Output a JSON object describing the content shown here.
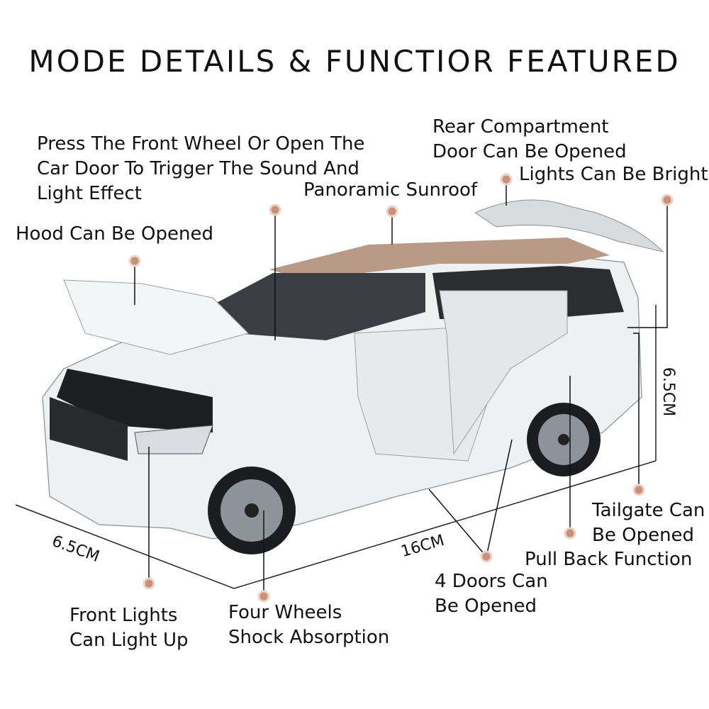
{
  "title": "MODE DETAILS & FUNCTIOR FEATURED",
  "callouts": {
    "sound_light": [
      "Press The Front Wheel Or Open The",
      "Car Door To Trigger The Sound And",
      "Light Effect"
    ],
    "rear_compartment": [
      "Rear Compartment",
      "Door Can Be Opened"
    ],
    "lights_bright": "Lights Can Be Bright",
    "sunroof": "Panoramic Sunroof",
    "hood": "Hood Can Be Opened",
    "tailgate": [
      "Tailgate Can",
      "Be Opened"
    ],
    "pull_back": "Pull Back Function",
    "doors": [
      "4 Doors Can",
      "Be Opened"
    ],
    "front_lights": [
      "Front Lights",
      "Can Light Up"
    ],
    "wheels": [
      "Four Wheels",
      "Shock Absorption"
    ]
  },
  "dimensions": {
    "height": "6.5CM",
    "width": "6.5CM",
    "length": "16CM"
  },
  "colors": {
    "dot": "#c9917a",
    "car_body": "#eef0f2",
    "roof": "#b89a86",
    "text": "#111111"
  }
}
